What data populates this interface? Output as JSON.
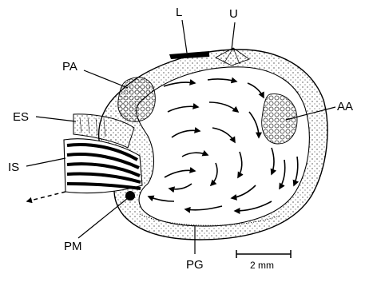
{
  "figure": {
    "labels": {
      "L": "L",
      "U": "U",
      "PA": "PA",
      "AA": "AA",
      "ES": "ES",
      "IS": "IS",
      "PM": "PM",
      "PG": "PG"
    },
    "scale_bar": "2 mm"
  },
  "colors": {
    "ink": "#000000",
    "background": "#ffffff",
    "shell": "#ffffff"
  }
}
